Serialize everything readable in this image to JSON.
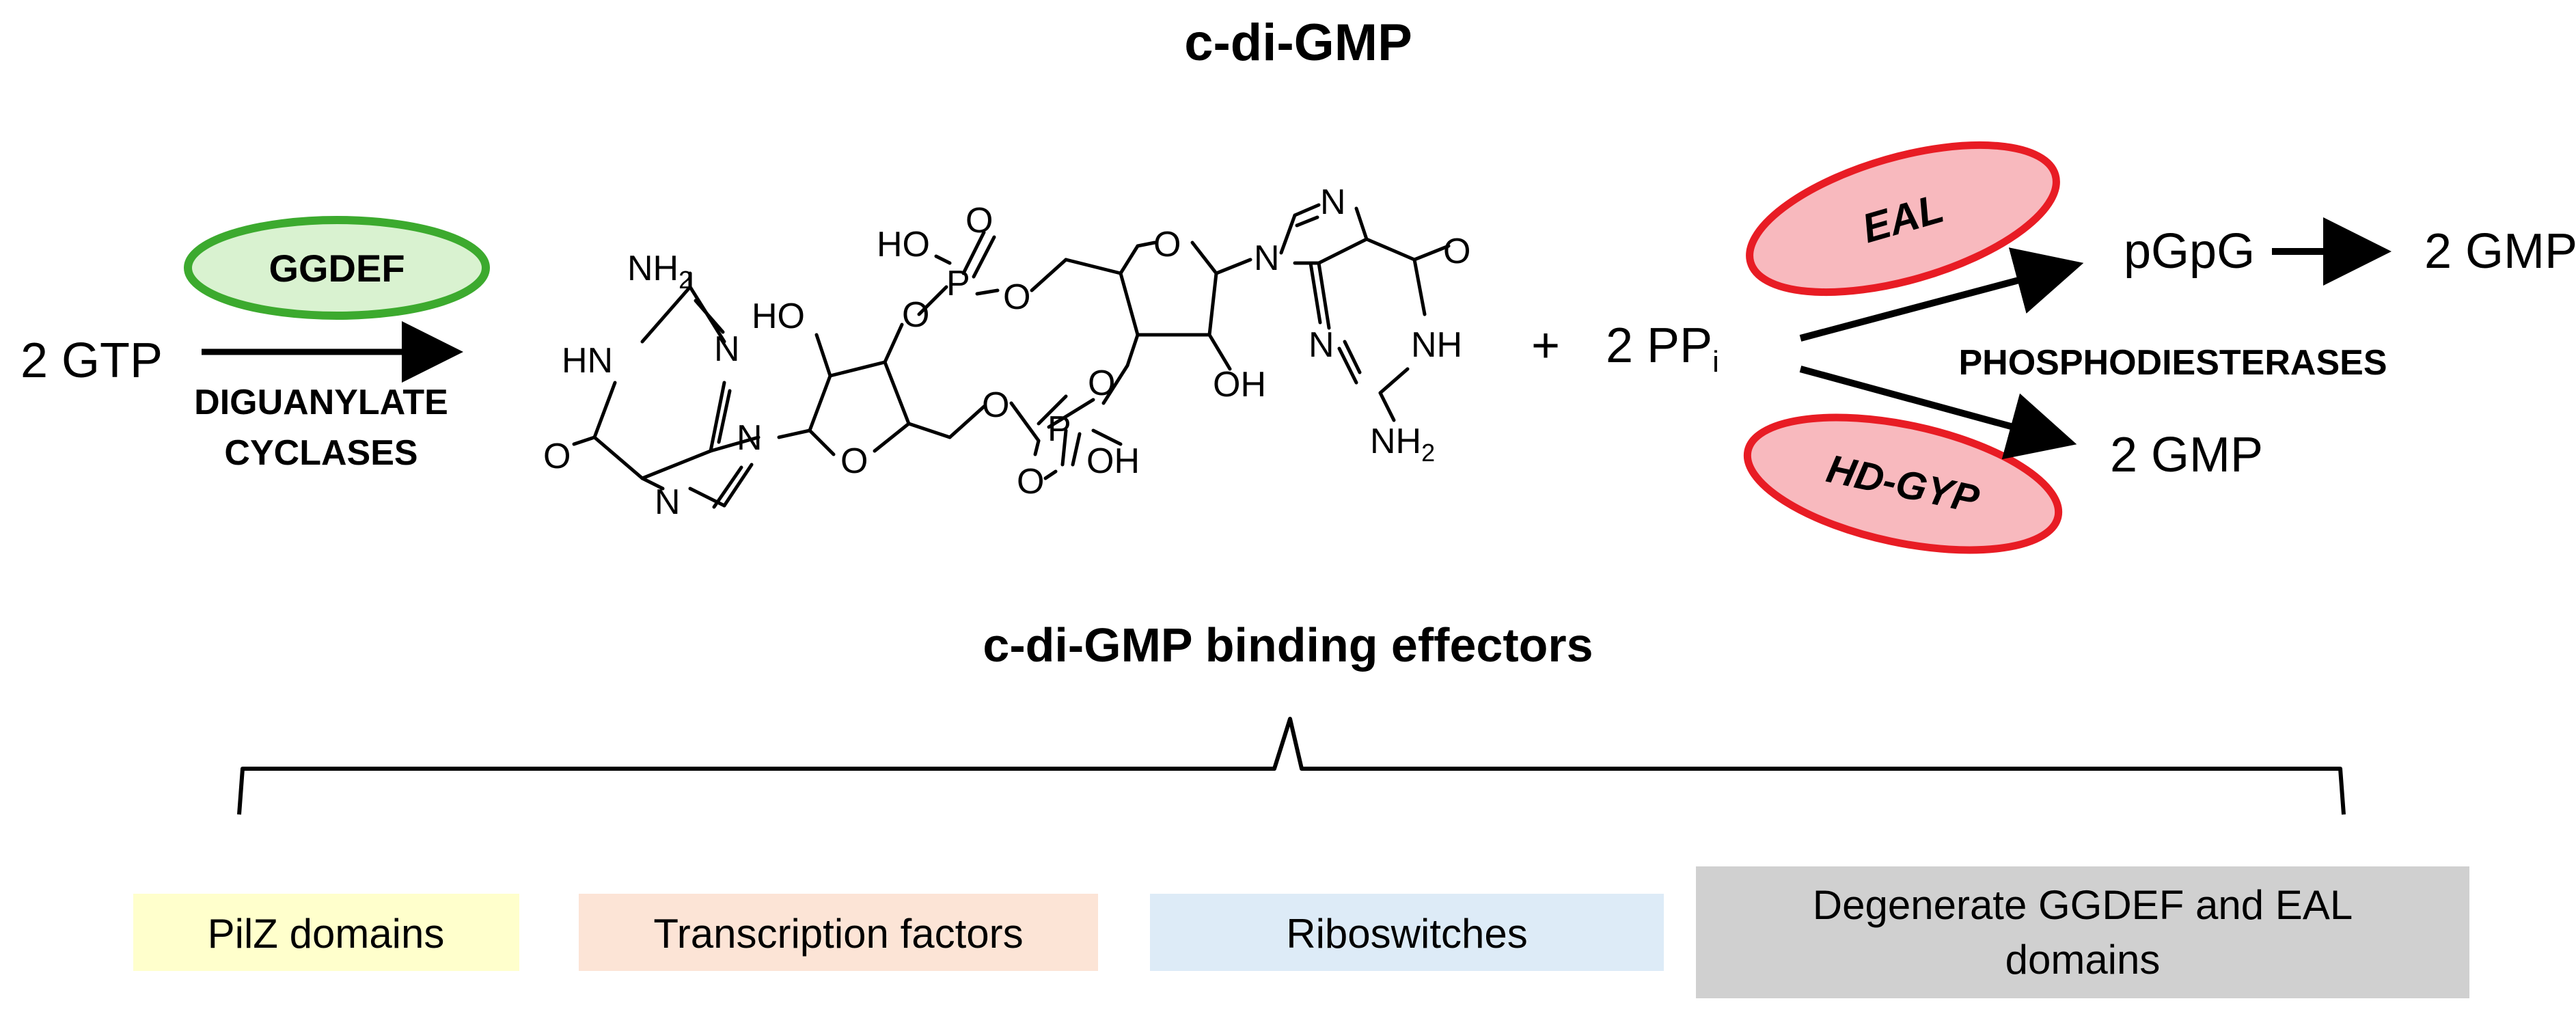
{
  "title": "c-di-GMP",
  "reaction": {
    "substrate": "2 GTP",
    "synthase_enzyme": "GGDEF",
    "synthase_class_line1": "DIGUANYLATE",
    "synthase_class_line2": "CYCLASES",
    "plus": "+",
    "byproduct_prefix": "2  PP",
    "byproduct_subscript": "i",
    "pde_enzyme_1": "EAL",
    "pde_enzyme_2": "HD-GYP",
    "pde_class": "PHOSPHODIESTERASES",
    "product_intermediate": "pGpG",
    "product_final_1": "2 GMP",
    "product_final_2": "2 GMP"
  },
  "molecule_atoms": {
    "nh2": "NH",
    "sub2": "2",
    "hn": "HN",
    "nh": "NH",
    "n": "N",
    "o": "O",
    "ho": "HO",
    "oh": "OH",
    "p": "P"
  },
  "effectors": {
    "heading": "c-di-GMP binding effectors",
    "items": [
      {
        "label": "PilZ domains",
        "color": "#FFFFCC"
      },
      {
        "label": "Transcription factors",
        "color": "#FCE4D6"
      },
      {
        "label": "Riboswitches",
        "color": "#DDEBF7"
      },
      {
        "label_line1": "Degenerate GGDEF and EAL",
        "label_line2": "domains",
        "color": "#D0D0D0"
      }
    ]
  },
  "colors": {
    "ggdef_fill": "#D9F2D0",
    "ggdef_stroke": "#3CAA2E",
    "pde_fill": "#F8B9BE",
    "pde_stroke": "#E81C24"
  }
}
